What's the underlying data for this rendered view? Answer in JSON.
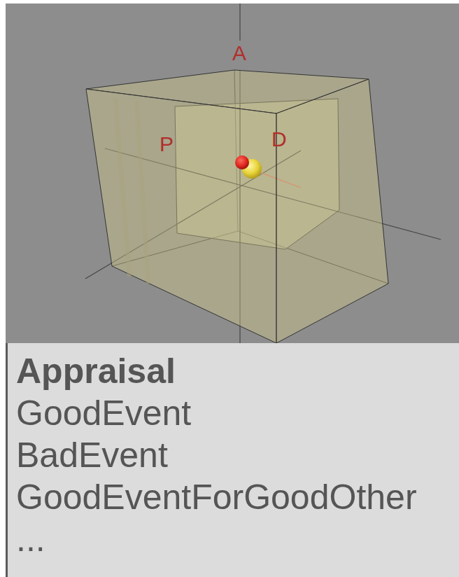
{
  "diagram": {
    "nodes": [
      {
        "text": [
          "Appraisal",
          "GoodEvent",
          "BadEvent",
          "GoodEventForGoodOther",
          "..."
        ]
      }
    ],
    "labels": [
      "A",
      "P",
      "D"
    ]
  }
}
